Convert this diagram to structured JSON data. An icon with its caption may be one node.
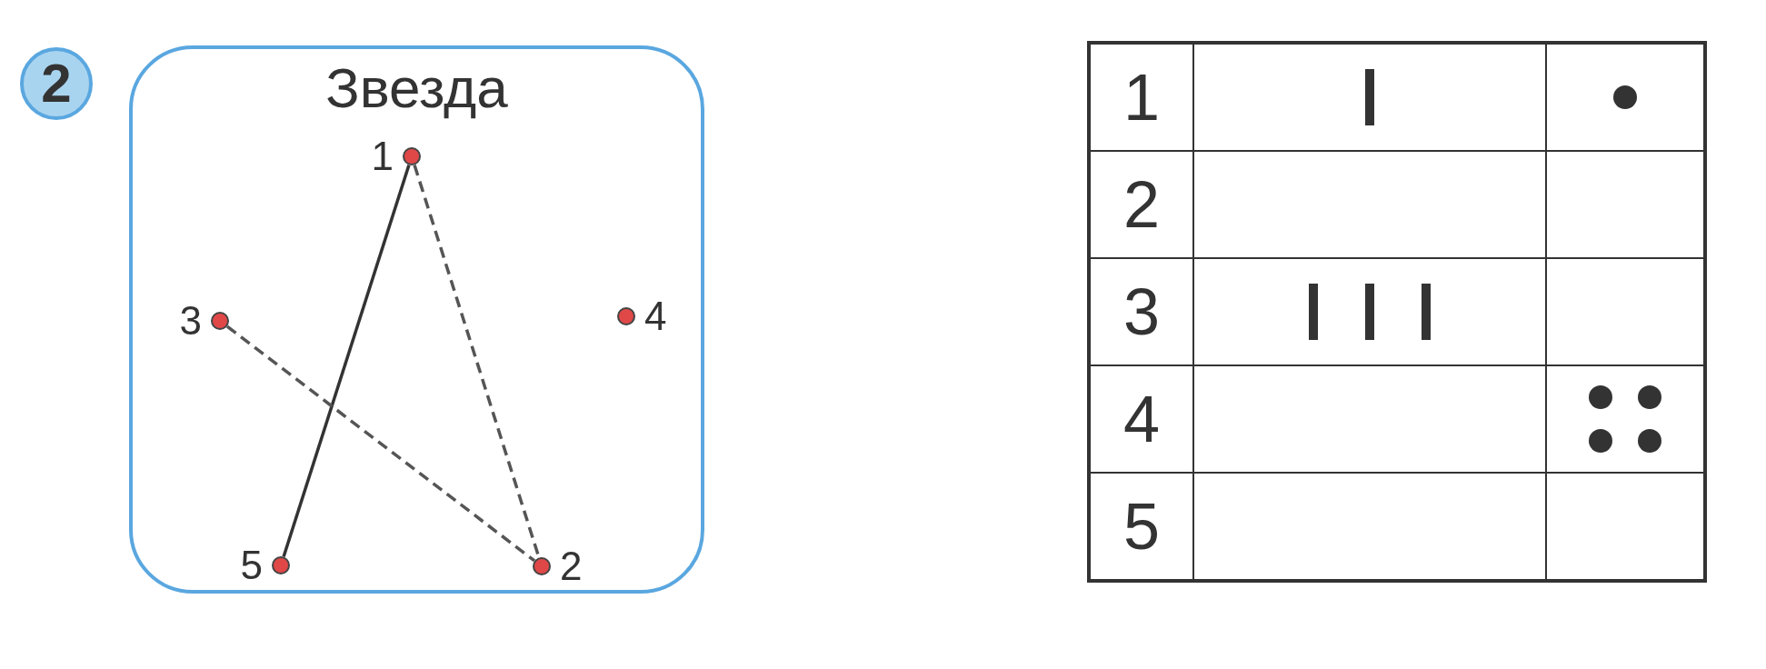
{
  "diagram": {
    "nodes": [
      {
        "text": [
          "Звезда"
        ]
      },
      {
        "text": [
          "1"
        ],
        "in": 0
      },
      {
        "text": [
          "2"
        ],
        "in": 0
      },
      {
        "text": [
          "3"
        ],
        "in": 0
      },
      {
        "text": [
          "4"
        ],
        "in": 0
      },
      {
        "text": [
          "5"
        ],
        "in": 0
      }
    ],
    "edges": [
      {
        "from": 1,
        "to": 5,
        "arrow": "none"
      },
      {
        "from": 1,
        "to": 2,
        "arrow": "none",
        "style": "dashed"
      },
      {
        "from": 3,
        "to": 2,
        "arrow": "none",
        "style": "dashed"
      }
    ],
    "labels": [
      "2",
      "1",
      "2",
      "3",
      "4",
      "5"
    ]
  }
}
